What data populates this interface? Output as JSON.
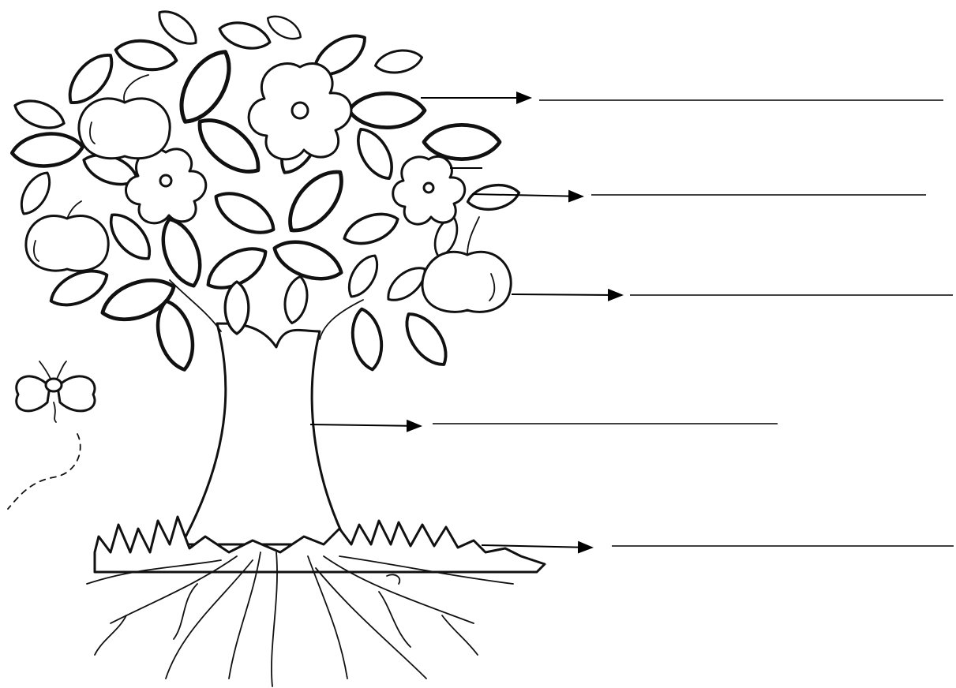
{
  "worksheet": {
    "subject": "tree-parts-labeling",
    "labels": [
      {
        "part": "leaf",
        "answer": ""
      },
      {
        "part": "flower",
        "answer": ""
      },
      {
        "part": "fruit",
        "answer": ""
      },
      {
        "part": "trunk",
        "answer": ""
      },
      {
        "part": "roots",
        "answer": ""
      }
    ]
  },
  "style": {
    "ink": "#111111",
    "paper": "#ffffff"
  }
}
